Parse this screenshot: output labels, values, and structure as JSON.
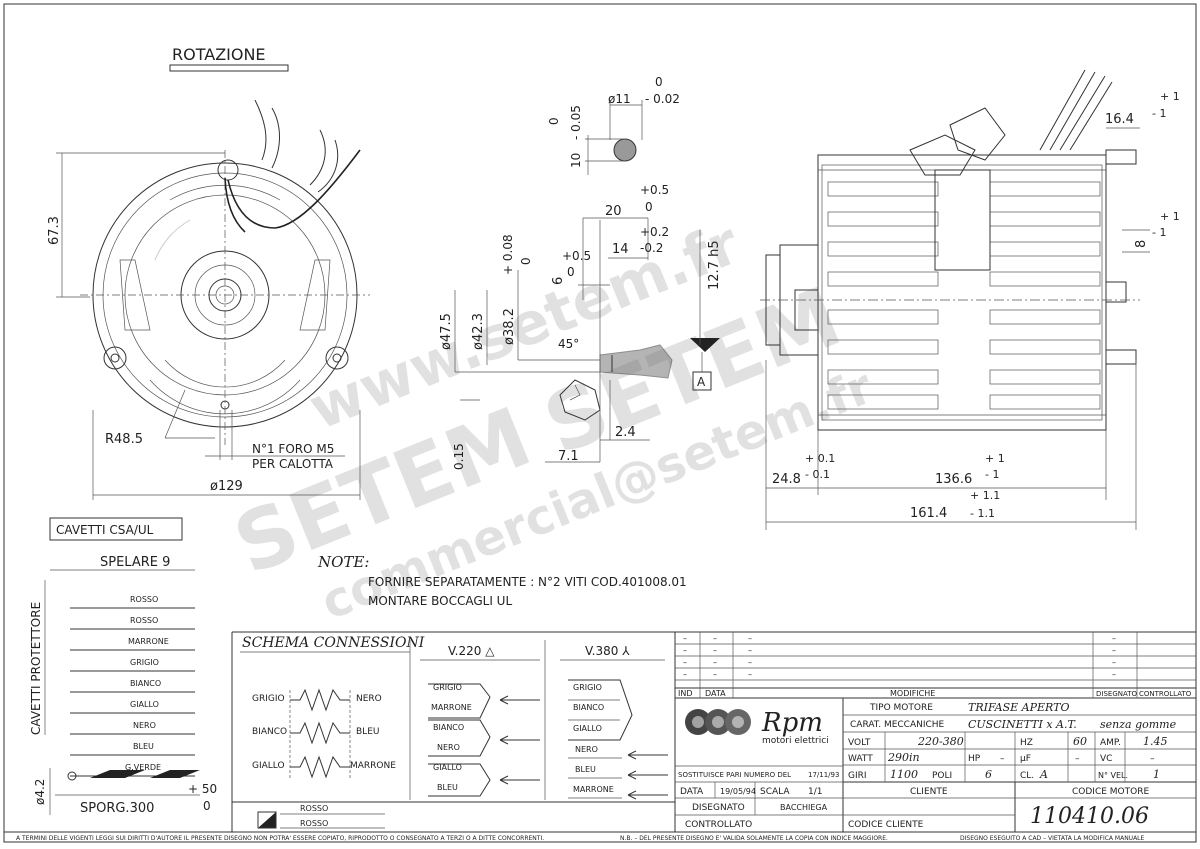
{
  "drawing": {
    "rotation_title": "ROTAZIONE",
    "dims_front": {
      "height": "67.3",
      "radius": "R48.5",
      "diameter": "ø129",
      "hole_1": "N°1 FORO M5",
      "hole_2": "PER CALOTTA"
    },
    "shaft": {
      "dia": "ø11",
      "dia_tol_up": "0",
      "dia_tol_low": "- 0.02",
      "flat": "10",
      "flat_tol_up": "0",
      "flat_tol_low": "- 0.05"
    },
    "section": {
      "d1": "ø47.5",
      "d2": "ø42.3",
      "d3": "ø38.2",
      "d3_tol_up": "+ 0.08",
      "d3_tol_low": "0",
      "l20": "20",
      "l20_tol_up": "+0.5",
      "l20_tol_low": "0",
      "l14": "14",
      "l14_tol_up": "+0.2",
      "l14_tol_low": "-0.2",
      "l6": "6",
      "l6_tol_up": "+0.5",
      "l6_tol_low": "0",
      "h5": "12.7 h5",
      "angle": "45°",
      "l24": "2.4",
      "l71": "7.1",
      "l015": "0.15",
      "datum": "A"
    },
    "side": {
      "d164": "16.4",
      "d164_tol_up": "+ 1",
      "d164_tol_low": "- 1",
      "d8": "8",
      "d8_tol_up": "+ 1",
      "d8_tol_low": "- 1",
      "l248": "24.8",
      "l248_tol_up": "+ 0.1",
      "l248_tol_low": "- 0.1",
      "l1366": "136.6",
      "l1366_tol_up": "+ 1",
      "l1366_tol_low": "- 1",
      "l1614": "161.4",
      "l1614_tol_up": "+ 1.1",
      "l1614_tol_low": "- 1.1"
    },
    "cables": {
      "title": "CAVETTI CSA/UL",
      "strip": "SPELARE 9",
      "protector": "CAVETTI PROTETTORE",
      "wires": [
        "ROSSO",
        "ROSSO",
        "MARRONE",
        "GRIGIO",
        "BIANCO",
        "GIALLO",
        "NERO",
        "BLEU",
        "G.VERDE"
      ],
      "out_dia": "ø4.2",
      "sporg": "SPORG.300",
      "sporg_tol_up": "+ 50",
      "sporg_tol_low": "0"
    },
    "notes": {
      "title": "NOTE:",
      "line1": "FORNIRE SEPARATAMENTE : N°2 VITI COD.401008.01",
      "line2": "MONTARE BOCCAGLI UL"
    },
    "schema": {
      "title": "SCHEMA CONNESSIONI",
      "windings_left": [
        "GRIGIO",
        "BIANCO",
        "GIALLO"
      ],
      "windings_right": [
        "NERO",
        "BLEU",
        "MARRONE"
      ],
      "v220": "V.220 △",
      "v220_labels": [
        "GRIGIO",
        "MARRONE",
        "BIANCO",
        "NERO",
        "GIALLO",
        "BLEU"
      ],
      "v380": "V.380 ⅄",
      "v380_labels": [
        "GRIGIO",
        "BIANCO",
        "GIALLO",
        "NERO",
        "BLEU",
        "MARRONE"
      ],
      "protector_labels": [
        "ROSSO",
        "ROSSO"
      ]
    },
    "revisions": {
      "dash": "–",
      "ind": "IND",
      "data": "DATA",
      "modifiche": "MODIFICHE",
      "disegnato": "DISEGNATO",
      "controllato": "CONTROLLATO"
    },
    "logo": {
      "brand": "Rpm",
      "sub": "motori elettrici"
    },
    "specs": {
      "tipo_label": "TIPO MOTORE",
      "tipo_value": "TRIFASE APERTO",
      "carat_label": "CARAT. MECCANICHE",
      "carat_value": "CUSCINETTI x A.T.",
      "carat_extra": "senza gomme",
      "volt_label": "VOLT",
      "volt_value": "220-380",
      "hz_label": "HZ",
      "hz_value": "60",
      "amp_label": "AMP.",
      "amp_value": "1.45",
      "watt_label": "WATT",
      "watt_value": "290in",
      "hp_label": "HP",
      "hp_value": "–",
      "uf_label": "µF",
      "uf_value": "–",
      "vc_label": "VC",
      "vc_value": "–",
      "giri_label": "GIRI",
      "giri_value": "1100",
      "poli_label": "POLI",
      "poli_value": "6",
      "cl_label": "CL.",
      "cl_value": "A",
      "nvel_label": "N° VEL.",
      "nvel_value": "1"
    },
    "titleblock": {
      "sost_label": "SOSTITUISCE PARI NUMERO DEL",
      "sost_date": "17/11/93",
      "data_label": "DATA",
      "data_value": "19/05/94",
      "scala_label": "SCALA",
      "scala_value": "1/1",
      "disegnato_label": "DISEGNATO",
      "disegnato_value": "BACCHIEGA",
      "controllato_label": "CONTROLLATO",
      "cliente_label": "CLIENTE",
      "codice_cliente_label": "CODICE CLIENTE",
      "codice_motore_label": "CODICE MOTORE",
      "codice_motore_value": "110410.06"
    },
    "footer": {
      "left": "A TERMINI DELLE VIGENTI LEGGI SUI DIRITTI D'AUTORE IL PRESENTE DISEGNO NON POTRA' ESSERE COPIATO, RIPRODOTTO O CONSEGNATO A TERZI O A DITTE CONCORRENTI.",
      "mid": "N.B. – DEL PRESENTE DISEGNO E' VALIDA SOLAMENTE LA COPIA CON INDICE MAGGIORE.",
      "right": "DISEGNO ESEGUITO A CAD – VIETATA LA MODIFICA MANUALE"
    },
    "watermark": {
      "brand": "SETEM",
      "web": "www.setem.fr",
      "mail": "commercial@setem.fr"
    }
  }
}
